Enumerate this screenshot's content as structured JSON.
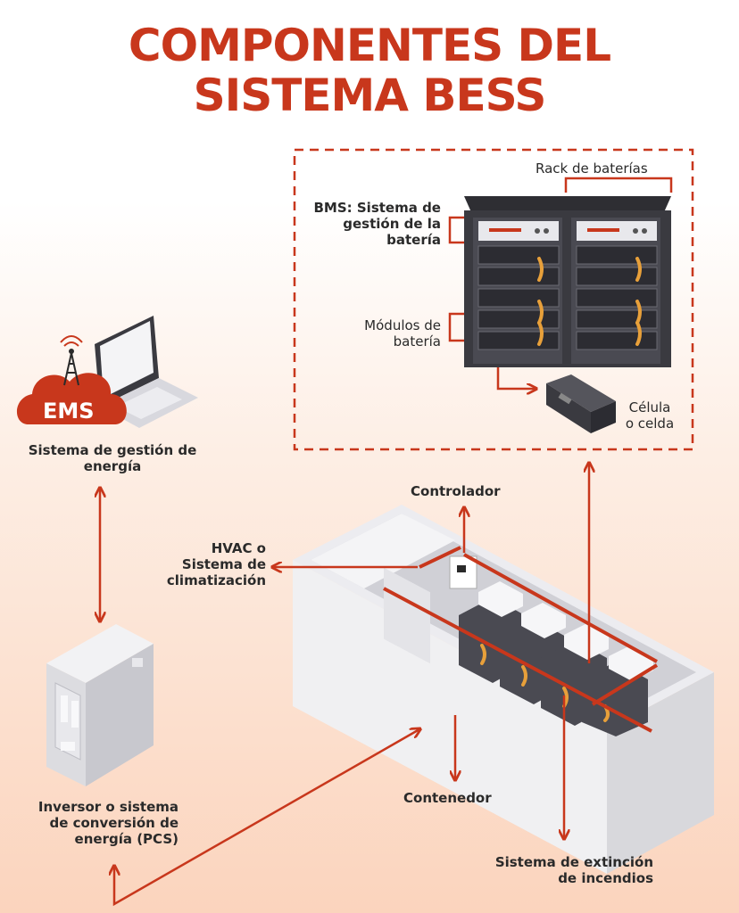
{
  "title": {
    "line1": "COMPONENTES DEL",
    "line2": "SISTEMA BESS"
  },
  "ems": {
    "badge": "EMS",
    "label_line1": "Sistema de gestión de",
    "label_line2": "energía"
  },
  "rack": {
    "rack_label": "Rack de baterías",
    "bms_line1": "BMS: Sistema de",
    "bms_line2": "gestión de la",
    "bms_line3": "batería",
    "modules_line1": "Módulos de",
    "modules_line2": "batería",
    "cell_line1": "Célula",
    "cell_line2": "o celda"
  },
  "container": {
    "controller": "Controlador",
    "hvac_line1": "HVAC o",
    "hvac_line2": "Sistema de",
    "hvac_line3": "climatización",
    "container_label": "Contenedor",
    "fire_line1": "Sistema de extinción",
    "fire_line2": "de incendios"
  },
  "inverter": {
    "line1": "Inversor o sistema",
    "line2": "de conversión de",
    "line3": "energía (PCS)"
  },
  "colors": {
    "accent": "#c8371c",
    "dark": "#2a2a2a"
  }
}
